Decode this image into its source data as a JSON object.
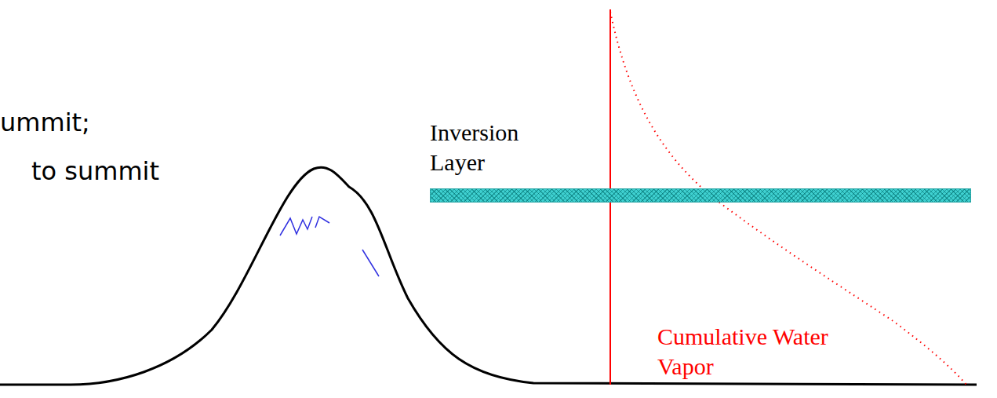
{
  "diagram": {
    "nodes": [
      {
        "text": [
          "Inversion Layer"
        ]
      }
    ],
    "labels": [
      "ummit;",
      "to summit",
      "Cumulative Water Vapor"
    ]
  }
}
